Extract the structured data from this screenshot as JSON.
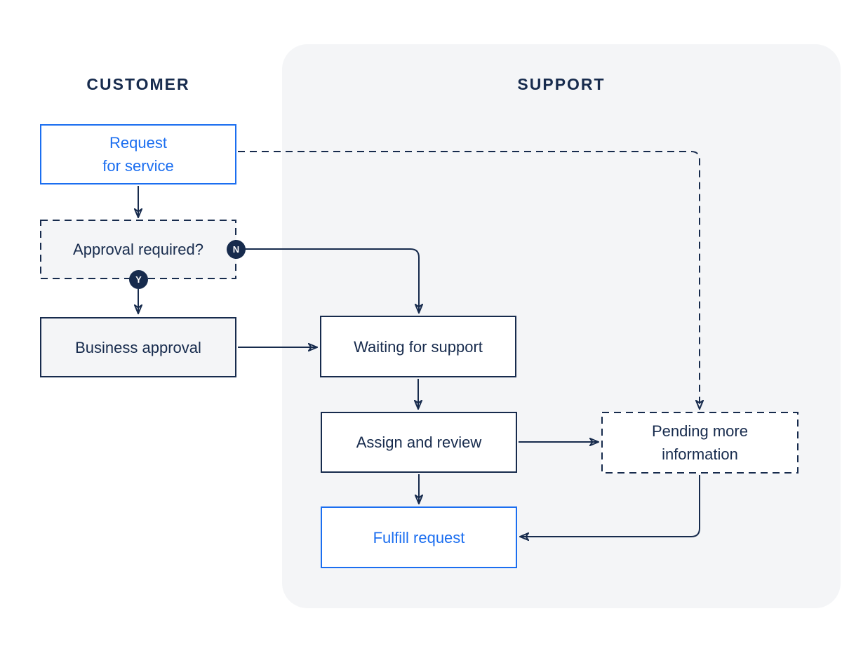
{
  "lanes": {
    "customer": {
      "label": "CUSTOMER"
    },
    "support": {
      "label": "SUPPORT"
    }
  },
  "nodes": {
    "request_for_service": {
      "label": "Request\nfor service",
      "style": "solid-blue"
    },
    "approval_required": {
      "label": "Approval required?",
      "style": "dashed-gray"
    },
    "business_approval": {
      "label": "Business approval",
      "style": "solid-gray"
    },
    "waiting_for_support": {
      "label": "Waiting for support",
      "style": "solid"
    },
    "assign_and_review": {
      "label": "Assign and review",
      "style": "solid"
    },
    "fulfill_request": {
      "label": "Fulfill request",
      "style": "solid-blue"
    },
    "pending_more_information": {
      "label": "Pending more\ninformation",
      "style": "dashed"
    }
  },
  "badges": {
    "no": {
      "label": "N"
    },
    "yes": {
      "label": "Y"
    }
  },
  "edges": [
    {
      "from": "request_for_service",
      "to": "approval_required",
      "style": "solid"
    },
    {
      "from": "approval_required",
      "to": "waiting_for_support",
      "style": "solid",
      "badge": "no"
    },
    {
      "from": "approval_required",
      "to": "business_approval",
      "style": "solid",
      "badge": "yes"
    },
    {
      "from": "business_approval",
      "to": "waiting_for_support",
      "style": "solid"
    },
    {
      "from": "request_for_service",
      "to": "pending_more_information",
      "style": "dashed"
    },
    {
      "from": "waiting_for_support",
      "to": "assign_and_review",
      "style": "solid"
    },
    {
      "from": "assign_and_review",
      "to": "pending_more_information",
      "style": "solid"
    },
    {
      "from": "assign_and_review",
      "to": "fulfill_request",
      "style": "solid"
    },
    {
      "from": "pending_more_information",
      "to": "fulfill_request",
      "style": "solid"
    }
  ],
  "colors": {
    "navy": "#172B4D",
    "blue": "#1B6EF0",
    "panel_bg": "#F4F5F7",
    "gray_node_bg": "#F4F5F7",
    "page_bg": "#FFFFFF"
  }
}
